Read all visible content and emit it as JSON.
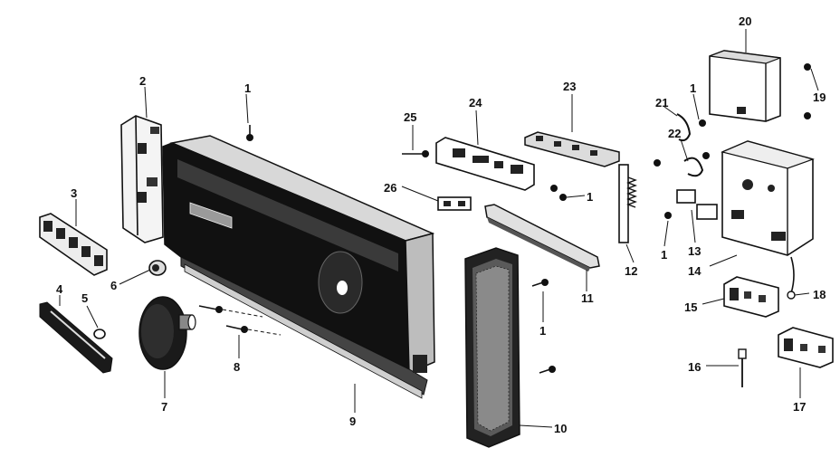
{
  "diagram": {
    "callouts": {
      "c1a": "1",
      "c1b": "1",
      "c1c": "1",
      "c1d": "1",
      "c1e": "1",
      "c2": "2",
      "c3": "3",
      "c4": "4",
      "c5": "5",
      "c6": "6",
      "c7": "7",
      "c8": "8",
      "c9": "9",
      "c10": "10",
      "c11": "11",
      "c12": "12",
      "c13": "13",
      "c14": "14",
      "c15": "15",
      "c16": "16",
      "c17": "17",
      "c18": "18",
      "c19": "19",
      "c20": "20",
      "c21": "21",
      "c22": "22",
      "c23": "23",
      "c24": "24",
      "c25": "25",
      "c26": "26"
    }
  }
}
